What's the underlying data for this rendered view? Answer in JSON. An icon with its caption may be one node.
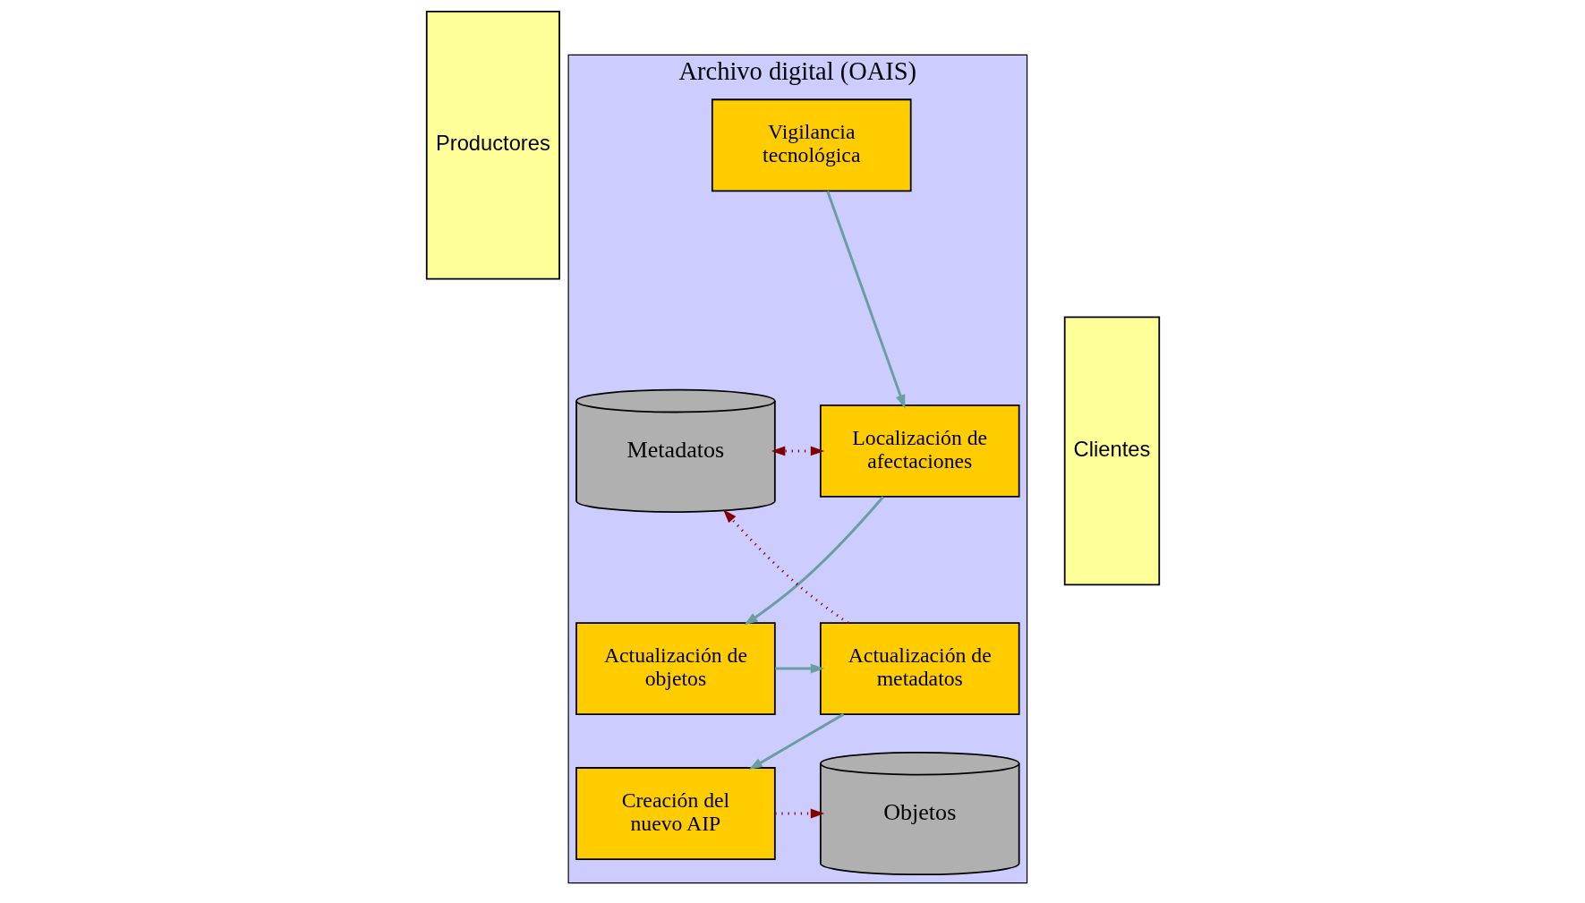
{
  "diagram": {
    "nodes": [
      {
        "text": [
          "Productores"
        ]
      },
      {
        "text": [
          "Archivo digital (OAIS)"
        ]
      },
      {
        "text": [
          "Vigilancia tecnológica"
        ],
        "in": 1
      },
      {
        "text": [
          "Localización de afectaciones"
        ],
        "in": 1
      },
      {
        "text": [
          "Actualización de objetos"
        ],
        "in": 1
      },
      {
        "text": [
          "Actualización de metadatos"
        ],
        "in": 1
      },
      {
        "text": [
          "Creación del nuevo AIP"
        ],
        "in": 1
      },
      {
        "text": [
          "Metadatos"
        ],
        "in": 1
      },
      {
        "text": [
          "Objetos"
        ],
        "in": 1
      },
      {
        "text": [
          "Clientes"
        ]
      }
    ],
    "edges": [
      {
        "from": 2,
        "to": 3,
        "arrow": "to"
      },
      {
        "from": 3,
        "to": 4,
        "arrow": "to"
      },
      {
        "from": 4,
        "to": 5,
        "arrow": "to"
      },
      {
        "from": 5,
        "to": 6,
        "arrow": "to"
      },
      {
        "from": 3,
        "to": 7,
        "arrow": "both",
        "style": "dashed",
        "color": "#800000"
      },
      {
        "from": 5,
        "to": 7,
        "arrow": "to",
        "style": "dashed",
        "color": "#800000"
      },
      {
        "from": 6,
        "to": 8,
        "arrow": "to",
        "style": "dashed",
        "color": "#800000"
      }
    ]
  }
}
